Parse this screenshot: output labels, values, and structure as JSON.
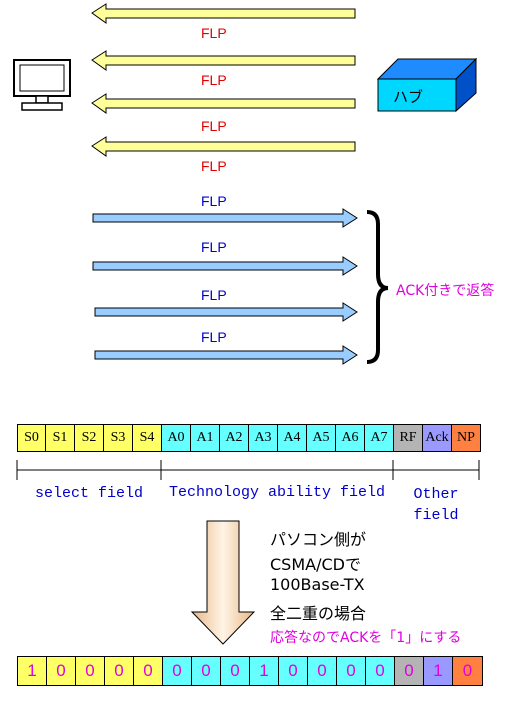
{
  "hub_label": "ハブ",
  "flp_label": "FLP",
  "ack_label": "ACK付きで返答",
  "register_cells": [
    {
      "label": "S0",
      "color": "#ffff66"
    },
    {
      "label": "S1",
      "color": "#ffff66"
    },
    {
      "label": "S2",
      "color": "#ffff66"
    },
    {
      "label": "S3",
      "color": "#ffff66"
    },
    {
      "label": "S4",
      "color": "#ffff66"
    },
    {
      "label": "A0",
      "color": "#66ffff"
    },
    {
      "label": "A1",
      "color": "#66ffff"
    },
    {
      "label": "A2",
      "color": "#66ffff"
    },
    {
      "label": "A3",
      "color": "#66ffff"
    },
    {
      "label": "A4",
      "color": "#66ffff"
    },
    {
      "label": "A5",
      "color": "#66ffff"
    },
    {
      "label": "A6",
      "color": "#66ffff"
    },
    {
      "label": "A7",
      "color": "#66ffff"
    },
    {
      "label": "RF",
      "color": "#b4b4b4"
    },
    {
      "label": "Ack",
      "color": "#9999ff"
    },
    {
      "label": "NP",
      "color": "#ff8040"
    }
  ],
  "field_labels": {
    "select": "select field",
    "technology": "Technology ability field",
    "other_line1": "Other",
    "other_line2": "field"
  },
  "notes": {
    "line1": "パソコン側が",
    "line2": "CSMA/CDで",
    "line3": "100Base-TX",
    "line4": "全二重の場合",
    "ack_note": "応答なのでACKを「1」にする"
  },
  "bit_values": [
    "1",
    "0",
    "0",
    "0",
    "0",
    "0",
    "0",
    "0",
    "1",
    "0",
    "0",
    "0",
    "0",
    "0",
    "1",
    "0"
  ]
}
